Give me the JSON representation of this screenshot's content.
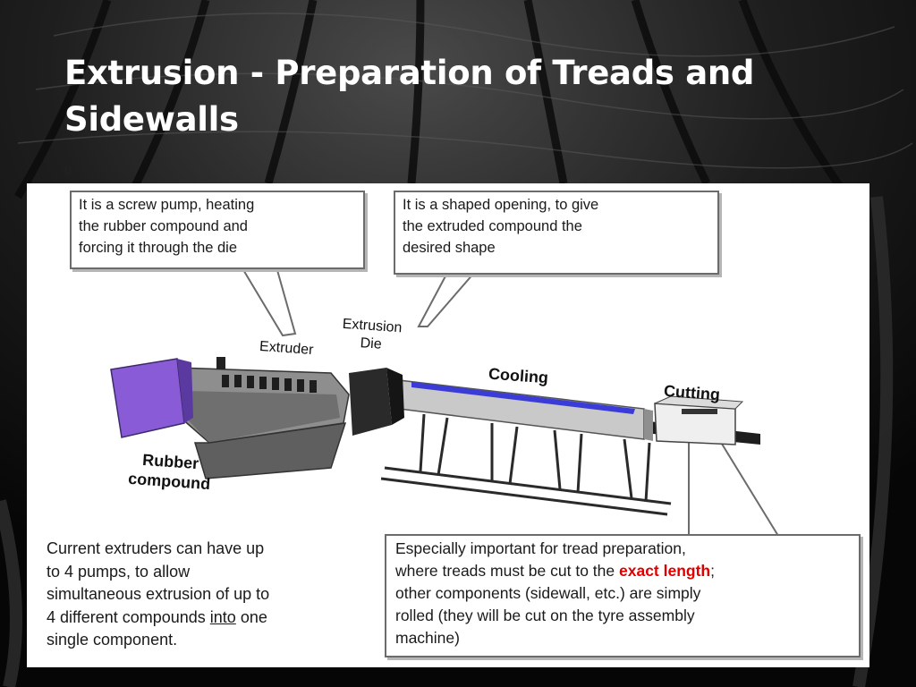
{
  "slide": {
    "title": "Extrusion - Preparation of Treads and Sidewalls",
    "subtitle": "0"
  },
  "diagram": {
    "callout_extruder": "It is a screw pump, heating\nthe rubber compound and\nforcing it through the die",
    "callout_die": "It is a shaped opening, to give\nthe extruded compound the\ndesired shape",
    "label_extruder": "Extruder",
    "label_die": "Extrusion\nDie",
    "label_cooling": "Cooling",
    "label_cutting": "Cutting",
    "label_rubber_compound": "Rubber\ncompound",
    "note_pumps_before": "Current extruders can have up\nto 4 pumps, to allow\nsimultaneous extrusion of up to\n4 different compounds ",
    "note_pumps_underlined": "into",
    "note_pumps_after": " one\nsingle component.",
    "callout_tread_before": "Especially important for tread preparation,\nwhere treads must be cut to the ",
    "callout_tread_highlight": "exact length",
    "callout_tread_after": ";\nother components (sidewall, etc.) are simply\nrolled (they will be cut on the tyre assembly\nmachine)"
  },
  "colors": {
    "highlight": "#e00000",
    "hopper": "#8a5bd6",
    "cooling_stripe": "#3b3bd8"
  }
}
